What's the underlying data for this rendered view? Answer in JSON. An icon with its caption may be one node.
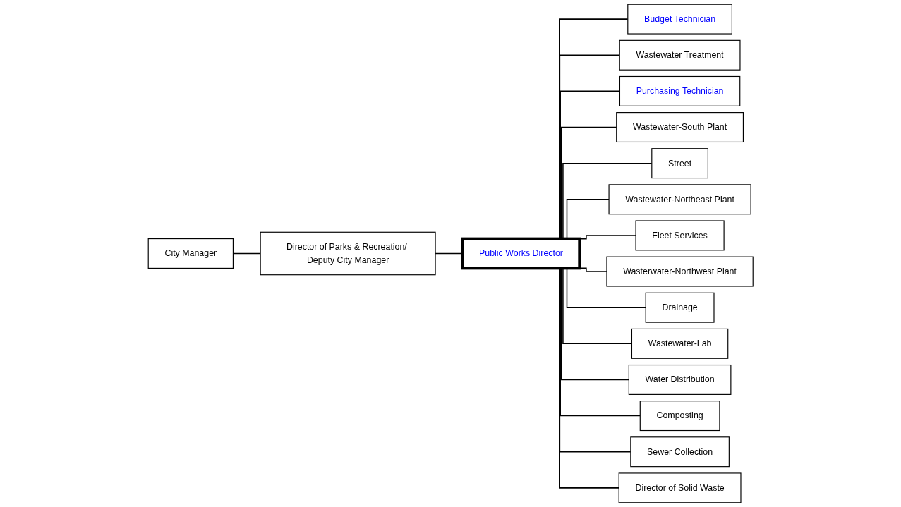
{
  "diagram": {
    "nodes": [
      {
        "text": [
          "City Manager"
        ]
      },
      {
        "text": [
          "Director of Parks & Recreation/ Deputy City Manager"
        ]
      },
      {
        "text": [
          "Public Works Director"
        ]
      },
      {
        "text": [
          "Budget Technician"
        ]
      },
      {
        "text": [
          "Wastewater Treatment"
        ]
      },
      {
        "text": [
          "Purchasing Technician"
        ]
      },
      {
        "text": [
          "Wastewater-South Plant"
        ]
      },
      {
        "text": [
          "Street"
        ]
      },
      {
        "text": [
          "Wastewater-Northeast Plant"
        ]
      },
      {
        "text": [
          "Fleet Services"
        ]
      },
      {
        "text": [
          "Wasterwater-Northwest Plant"
        ]
      },
      {
        "text": [
          "Drainage"
        ]
      },
      {
        "text": [
          "Wastewater-Lab"
        ]
      },
      {
        "text": [
          "Water Distribution"
        ]
      },
      {
        "text": [
          "Composting"
        ]
      },
      {
        "text": [
          "Sewer Collection"
        ]
      },
      {
        "text": [
          "Director of Solid Waste"
        ]
      }
    ],
    "edges": [
      {
        "from": 0,
        "to": 1,
        "arrow": "none"
      },
      {
        "from": 1,
        "to": 2,
        "arrow": "none"
      },
      {
        "from": 2,
        "to": 3,
        "arrow": "none"
      },
      {
        "from": 2,
        "to": 4,
        "arrow": "none"
      },
      {
        "from": 2,
        "to": 5,
        "arrow": "none"
      },
      {
        "from": 2,
        "to": 6,
        "arrow": "none"
      },
      {
        "from": 2,
        "to": 7,
        "arrow": "none"
      },
      {
        "from": 2,
        "to": 8,
        "arrow": "none"
      },
      {
        "from": 2,
        "to": 9,
        "arrow": "none"
      },
      {
        "from": 2,
        "to": 10,
        "arrow": "none"
      },
      {
        "from": 2,
        "to": 11,
        "arrow": "none"
      },
      {
        "from": 2,
        "to": 12,
        "arrow": "none"
      },
      {
        "from": 2,
        "to": 13,
        "arrow": "none"
      },
      {
        "from": 2,
        "to": 14,
        "arrow": "none"
      },
      {
        "from": 2,
        "to": 15,
        "arrow": "none"
      },
      {
        "from": 2,
        "to": 16,
        "arrow": "none"
      }
    ]
  }
}
